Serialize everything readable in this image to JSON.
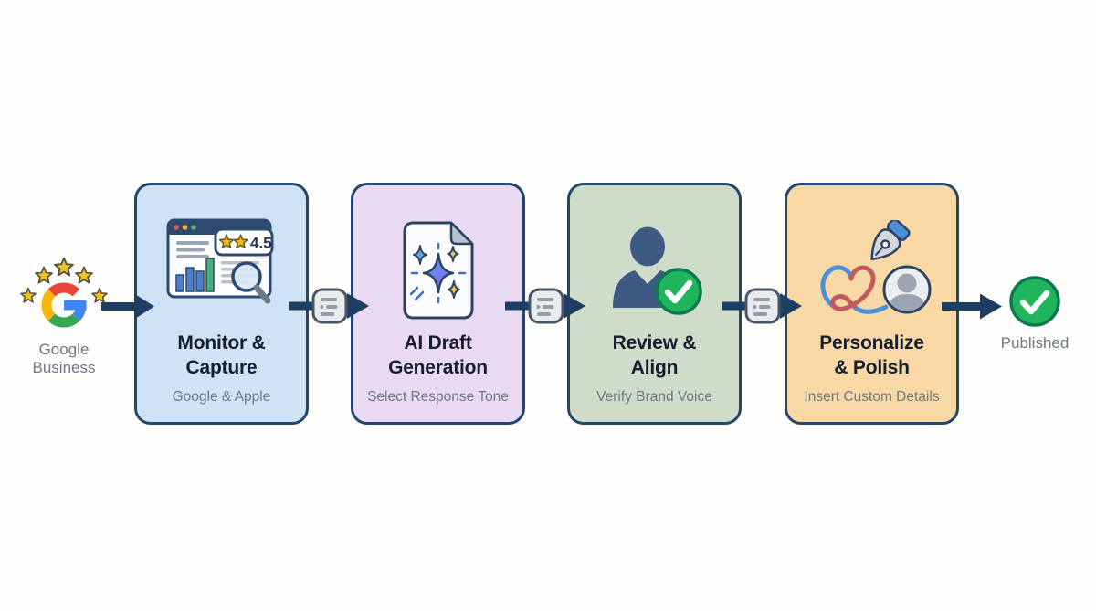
{
  "diagram": {
    "background": "#fdfdfb",
    "source": {
      "icon": "google-logo-stars-icon",
      "label_lines": [
        "Google",
        "Business"
      ]
    },
    "steps": [
      {
        "title_lines": [
          "Monitor &",
          "Capture"
        ],
        "subtitle": "Google & Apple",
        "bg": "#cfe2f6",
        "icon": "analytics-browser-icon",
        "rating_value": "4.5"
      },
      {
        "title_lines": [
          "AI Draft",
          "Generation"
        ],
        "subtitle": "Select Response Tone",
        "bg": "#e9d9f2",
        "icon": "ai-sparkle-document-icon"
      },
      {
        "title_lines": [
          "Review &",
          "Align"
        ],
        "subtitle": "Verify Brand Voice",
        "bg": "#cfdcca",
        "icon": "person-approved-icon"
      },
      {
        "title_lines": [
          "Personalize",
          "& Polish"
        ],
        "subtitle": "Insert Custom Details",
        "bg": "#f8d9a6",
        "icon": "pen-heart-avatar-icon"
      }
    ],
    "connector_badge_icon": "text-lines-icon",
    "result": {
      "icon": "check-circle-icon",
      "label": "Published"
    },
    "colors": {
      "card_border": "#24466b",
      "arrow": "#1d3e63",
      "title_text": "#141e2e",
      "subtitle_text": "#6e7781",
      "success_green": "#20b55c",
      "success_ring": "#0c7a4e",
      "star_gold": "#f3c421",
      "badge_fill": "#e9ecef",
      "badge_border": "#4b5663"
    }
  }
}
